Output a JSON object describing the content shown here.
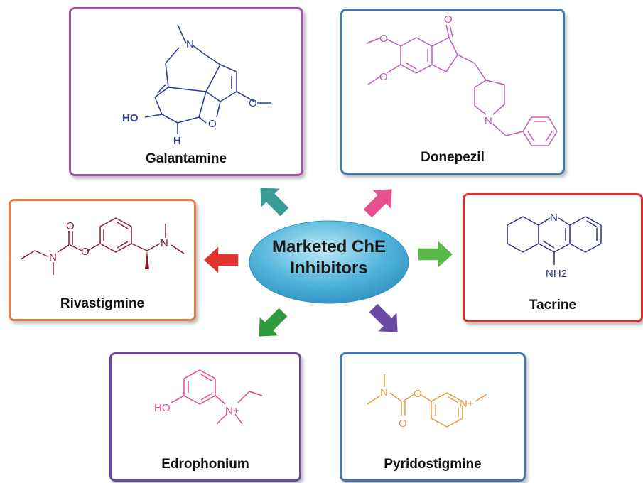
{
  "center": {
    "line1": "Marketed ChE",
    "line2": "Inhibitors",
    "fill": "#4fb3da"
  },
  "drugs": {
    "galantamine": {
      "name": "Galantamine",
      "border": "#a44fa8",
      "structure_color": "#2e3f9a",
      "atoms": {
        "n": "N",
        "ho": "HO",
        "o_ring": "O",
        "o_me": "O",
        "h": "H"
      }
    },
    "donepezil": {
      "name": "Donepezil",
      "border": "#3f78b5",
      "structure_color": "#c05cb8",
      "atoms": {
        "o_keto": "O",
        "o1": "O",
        "o2": "O",
        "n": "N"
      }
    },
    "rivastigmine": {
      "name": "Rivastigmine",
      "border": "#e98048",
      "structure_color": "#8b1a2b",
      "atoms": {
        "o_carbonyl": "O",
        "n_carb": "N",
        "o_ester": "O",
        "n_amine": "N"
      }
    },
    "tacrine": {
      "name": "Tacrine",
      "border": "#d9322c",
      "structure_color": "#2a2f80",
      "atoms": {
        "n": "N",
        "nh2": "NH2"
      }
    },
    "edrophonium": {
      "name": "Edrophonium",
      "border": "#6a4a9e",
      "structure_color": "#e0468f",
      "atoms": {
        "ho": "HO",
        "n": "N+"
      }
    },
    "pyridostigmine": {
      "name": "Pyridostigmine",
      "border": "#3f78b5",
      "structure_color": "#e99a3a",
      "atoms": {
        "n_carb": "N",
        "o_ester": "O",
        "o_carbonyl": "O",
        "n_pyr": "N+"
      }
    }
  },
  "arrows": {
    "to_galantamine": "#3a9a98",
    "to_donepezil": "#e5508d",
    "to_rivastigmine": "#e2342f",
    "to_tacrine": "#58b847",
    "to_edrophonium": "#2f9a3c",
    "to_pyridostigmine": "#6a4aa2"
  }
}
